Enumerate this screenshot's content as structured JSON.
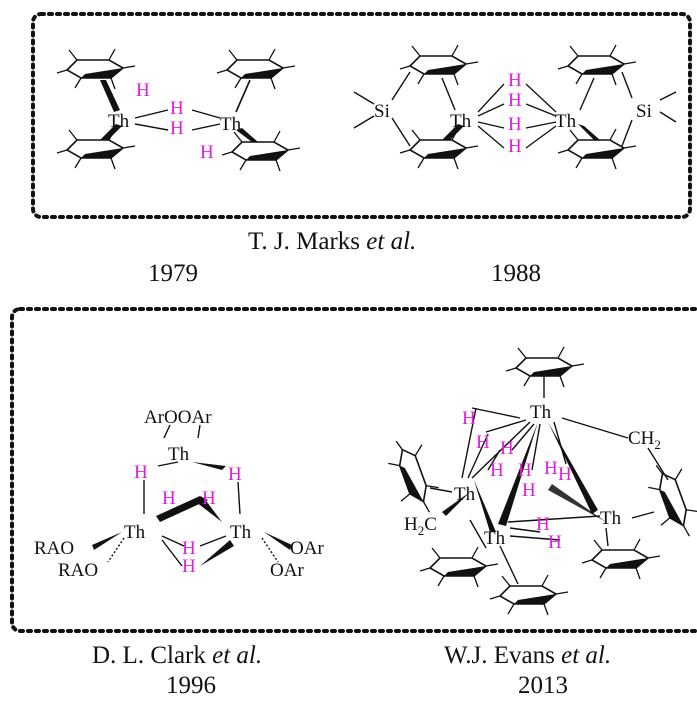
{
  "panel_top": {
    "structures": [
      {
        "metal": "Th",
        "bridging_h": [
          "H",
          "H"
        ],
        "terminal_h": [
          "H",
          "H"
        ]
      },
      {
        "metal": "Th",
        "silicon": "Si",
        "bridging_h": [
          "H",
          "H",
          "H",
          "H"
        ]
      }
    ],
    "caption_author": "T. J. Marks ",
    "caption_etal": "et al.",
    "year_left": "1979",
    "year_right": "1988"
  },
  "panel_bottom": {
    "clark": {
      "metal": "Th",
      "ligand_top": "ArOOAr",
      "ligand_left_1": "RAO",
      "ligand_left_2": "RAO",
      "ligand_right_1": "OAr",
      "ligand_right_2": "OAr",
      "hydride": "H"
    },
    "evans": {
      "metal": "Th",
      "ch2_top": "CH",
      "ch2_top_sub": "2",
      "ch2_left_pre": "H",
      "ch2_left_sub": "2",
      "ch2_left_post": "C",
      "hydride": "H"
    },
    "caption_left_author": "D. L. Clark ",
    "caption_left_etal": "et al.",
    "caption_right_author": "W.J. Evans ",
    "caption_right_etal": "et al.",
    "year_left": "1996",
    "year_right": "2013"
  },
  "colors": {
    "hydride": "#e01de0",
    "bond": "#111111",
    "border": "#111111"
  }
}
